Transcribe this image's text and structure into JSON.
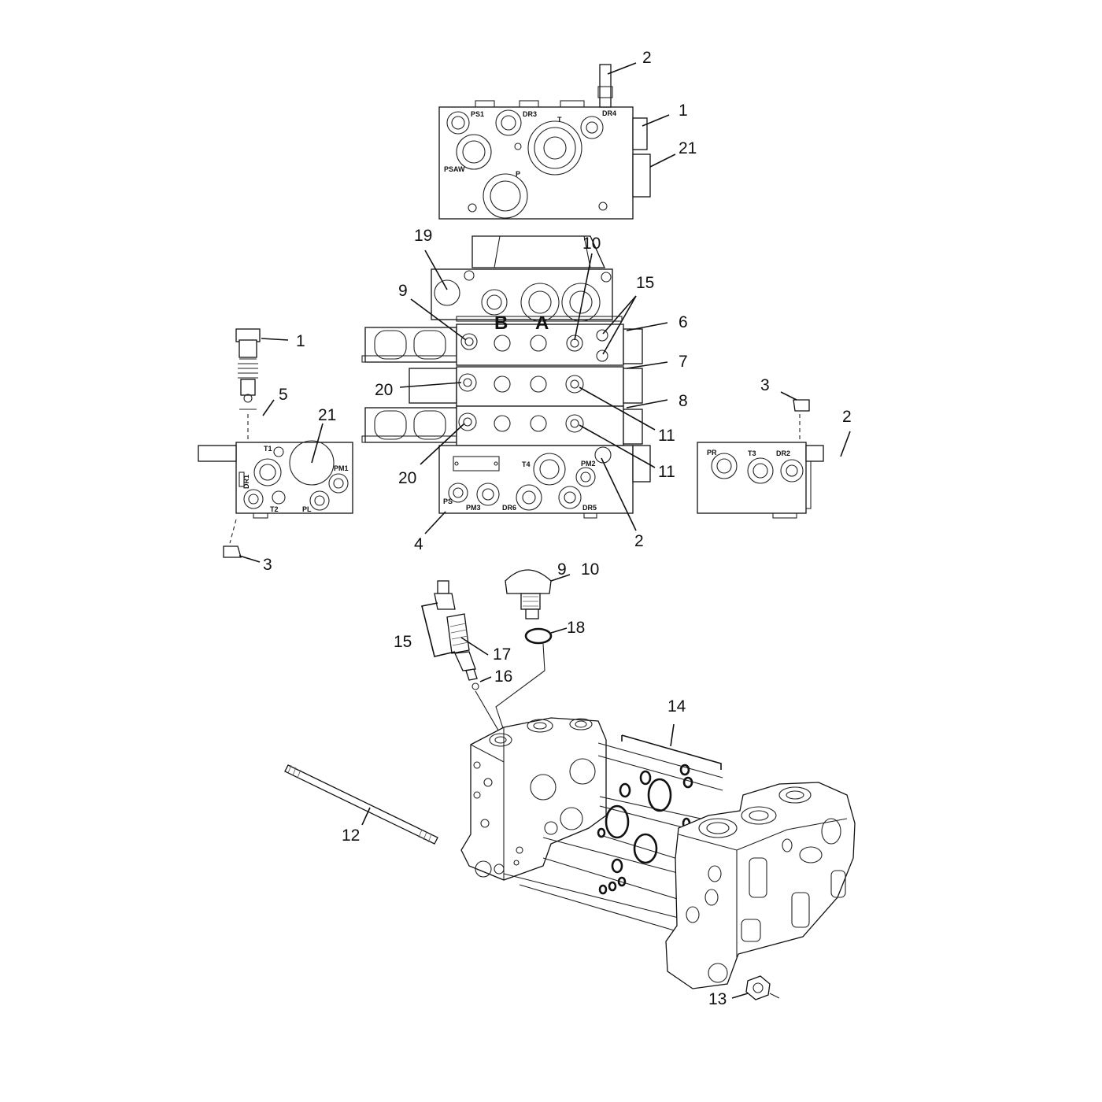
{
  "callouts": {
    "top_2": "2",
    "top_1": "1",
    "top_21": "21",
    "c19": "19",
    "c10": "10",
    "c15": "15",
    "c9": "9",
    "c6": "6",
    "c7": "7",
    "c8": "8",
    "c20a": "20",
    "c20b": "20",
    "c11a": "11",
    "c11b": "11",
    "c2mid": "2",
    "c4": "4",
    "left_1": "1",
    "left_5": "5",
    "left_21": "21",
    "left_3": "3",
    "right_3": "3",
    "right_2": "2",
    "exp_9": "9",
    "exp_10": "10",
    "exp_18": "18",
    "exp_15": "15",
    "exp_17": "17",
    "exp_16": "16",
    "exp_14": "14",
    "exp_12": "12",
    "exp_13": "13"
  },
  "ports": {
    "ps1": "PS1",
    "dr3": "DR3",
    "t": "T",
    "dr4": "DR4",
    "psaw": "PSAW",
    "p": "P",
    "t1": "T1",
    "dr1": "DR1",
    "t2": "T2",
    "pl": "PL",
    "pm1": "PM1",
    "t4": "T4",
    "pm2": "PM2",
    "ps": "PS",
    "pm3": "PM3",
    "dr6": "DR6",
    "dr5": "DR5",
    "pr": "PR",
    "t3": "T3",
    "dr2": "DR2",
    "b": "B",
    "a": "A"
  },
  "icons": [
    "relief-valve-icon",
    "o-ring-icon",
    "tie-rod-icon",
    "nut-icon",
    "plug-icon"
  ]
}
